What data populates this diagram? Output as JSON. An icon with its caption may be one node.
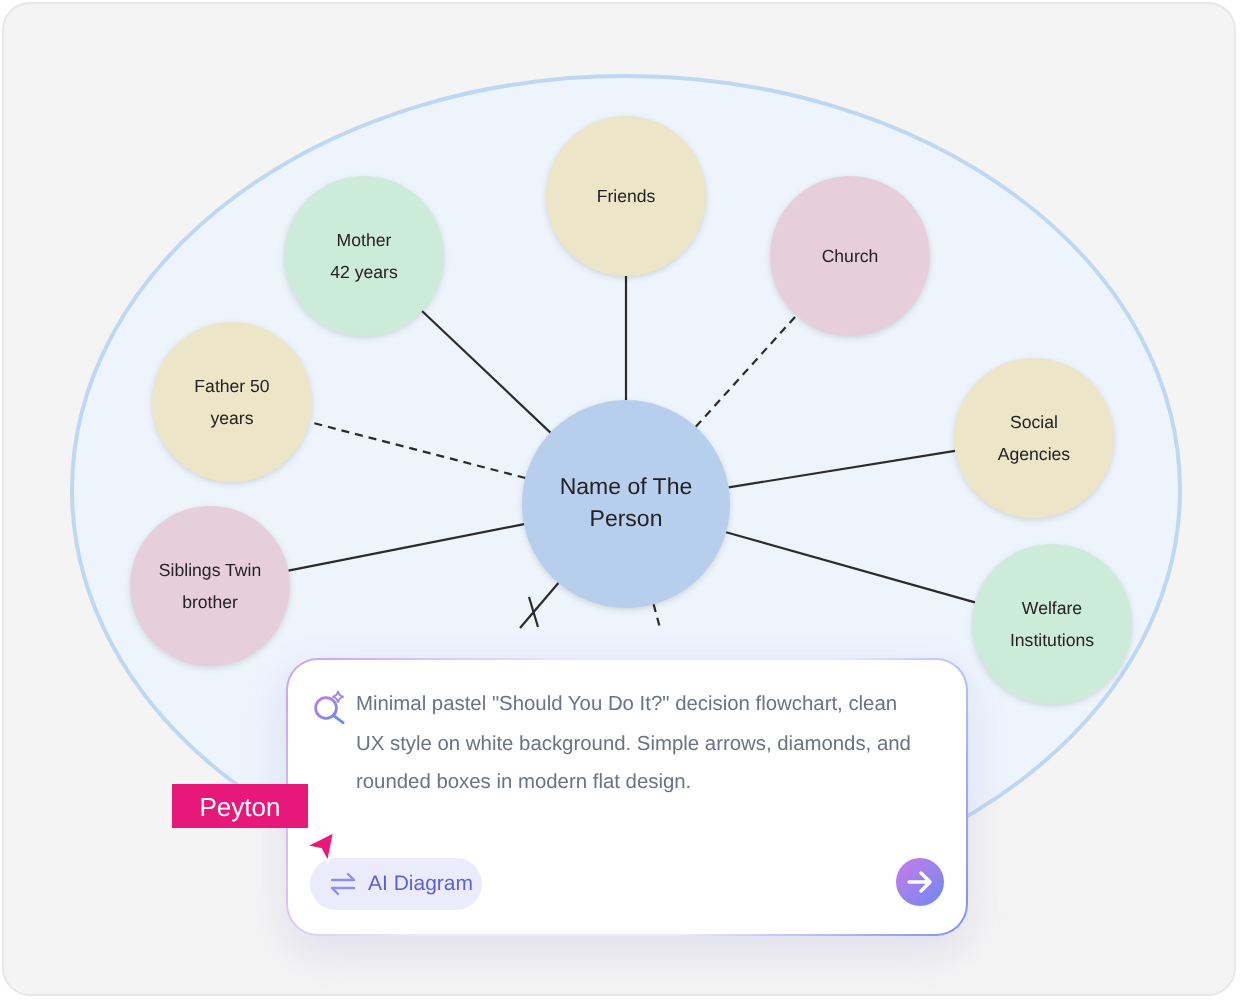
{
  "diagram": {
    "nodes": [
      {
        "text": [],
        "shape": "ellipse"
      },
      {
        "text": [
          "Friends"
        ],
        "in": 0
      },
      {
        "text": [
          "Mother 42 years"
        ],
        "in": 0
      },
      {
        "text": [
          "Church"
        ],
        "in": 0
      },
      {
        "text": [
          "Father 50 years"
        ],
        "in": 0
      },
      {
        "text": [
          "Social Agencies"
        ],
        "in": 0
      },
      {
        "text": [
          "Name of The Person"
        ],
        "in": 0
      },
      {
        "text": [
          "Siblings Twin brother"
        ],
        "in": 0
      },
      {
        "text": [
          "Welfare Institutions"
        ],
        "in": 0
      },
      {
        "text": [
          "Minimal pastel \"Should You Do It?\" decision flowchart, clean UX style on white background. Simple arrows, diamonds, and rounded boxes in modern flat design."
        ]
      },
      {
        "text": [
          "AI Diagram"
        ],
        "in": 9
      },
      {
        "text": [
          "Peyton"
        ]
      }
    ],
    "edges": [
      {
        "from": 6,
        "to": 1,
        "arrow": "none"
      },
      {
        "from": 6,
        "to": 2,
        "arrow": "none"
      },
      {
        "from": 6,
        "to": 3,
        "arrow": "none",
        "style": "dashed"
      },
      {
        "from": 6,
        "to": 4,
        "arrow": "none",
        "style": "dashed"
      },
      {
        "from": 6,
        "to": 5,
        "arrow": "none"
      },
      {
        "from": 6,
        "to": 7,
        "arrow": "none"
      },
      {
        "from": 6,
        "to": 8,
        "arrow": "none"
      },
      {
        "from": 6,
        "to": null,
        "arrow": "none"
      },
      {
        "from": 6,
        "to": null,
        "arrow": "none",
        "style": "dashed"
      }
    ]
  }
}
